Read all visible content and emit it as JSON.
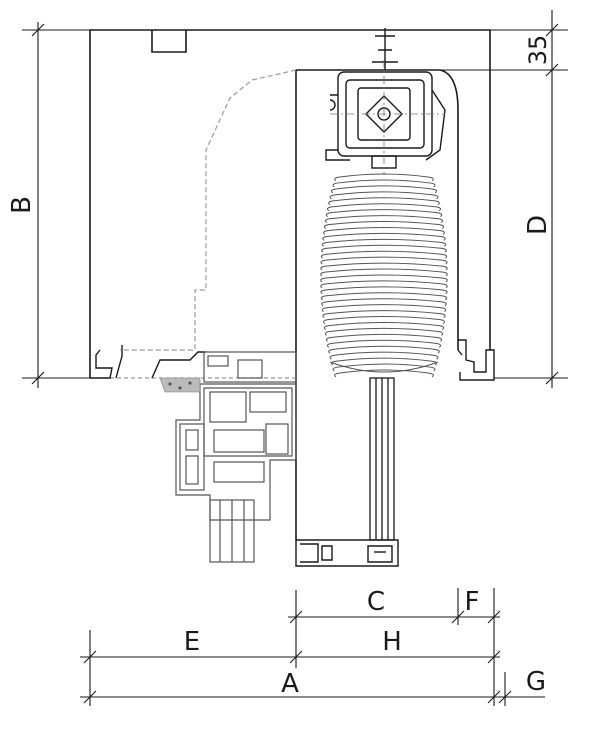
{
  "labels": {
    "a": "A",
    "b": "B",
    "c": "C",
    "d": "D",
    "e": "E",
    "f": "F",
    "g": "G",
    "h": "H",
    "dim35": "35"
  },
  "colors": {
    "line": "#1a1a1a",
    "hidden": "#9a9a9a",
    "profile": "#555555"
  }
}
